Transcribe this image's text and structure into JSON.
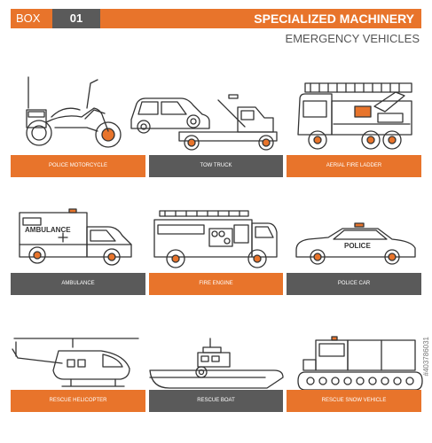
{
  "header": {
    "box_label": "BOX",
    "box_number": "01",
    "title": "SPECIALIZED MACHINERY",
    "subtitle": "EMERGENCY VEHICLES"
  },
  "vehicles": [
    {
      "label": "POLICE MOTORCYCLE",
      "icon": "police-motorcycle-icon"
    },
    {
      "label": "TOW TRUCK",
      "icon": "tow-truck-icon"
    },
    {
      "label": "AERIAL FIRE LADDER",
      "icon": "aerial-fire-ladder-icon"
    },
    {
      "label": "AMBULANCE",
      "icon": "ambulance-icon"
    },
    {
      "label": "FIRE ENGINE",
      "icon": "fire-engine-icon"
    },
    {
      "label": "POLICE CAR",
      "icon": "police-car-icon"
    },
    {
      "label": "RESCUE HELICOPTER",
      "icon": "rescue-helicopter-icon"
    },
    {
      "label": "RESCUE BOAT",
      "icon": "rescue-boat-icon"
    },
    {
      "label": "RESCUE SNOW VEHICLE",
      "icon": "rescue-snow-vehicle-icon"
    }
  ],
  "icon_text": {
    "ambulance": "AMBULANCE",
    "police": "POLICE"
  },
  "stock_id": "#403786031",
  "colors": {
    "accent": "#e8742b",
    "dark": "#5a5a5a"
  }
}
